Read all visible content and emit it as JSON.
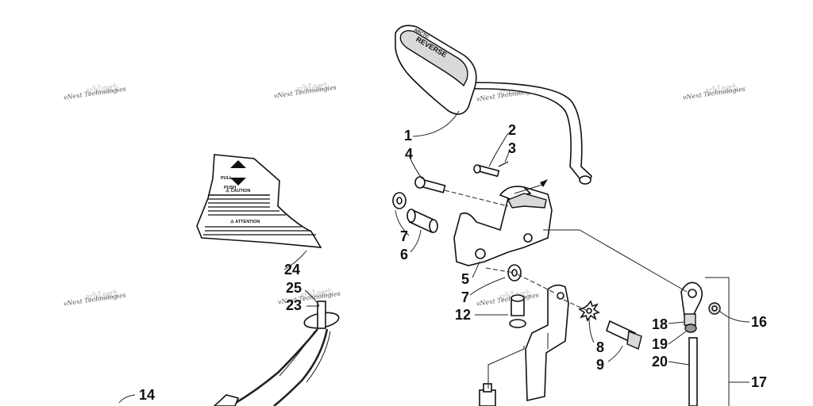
{
  "watermarks": [
    "vNext Technologies",
    "vNext Technologies",
    "vNext Technologies",
    "vNext Technologies",
    "vNext Technologies",
    "vNext Technologies",
    "vNext Technologies"
  ],
  "callouts": [
    "1",
    "2",
    "3",
    "4",
    "7",
    "6",
    "5",
    "7",
    "12",
    "8",
    "9",
    "18",
    "19",
    "20",
    "16",
    "17",
    "24",
    "25",
    "23",
    "14"
  ],
  "handle": {
    "text": "REVERSE",
    "brand": "ARCTIC"
  },
  "decal": {
    "caution": "⚠ CAUTION",
    "attention": "⚠ ATTENTION",
    "push": "PUSH",
    "pull": "PULL"
  }
}
